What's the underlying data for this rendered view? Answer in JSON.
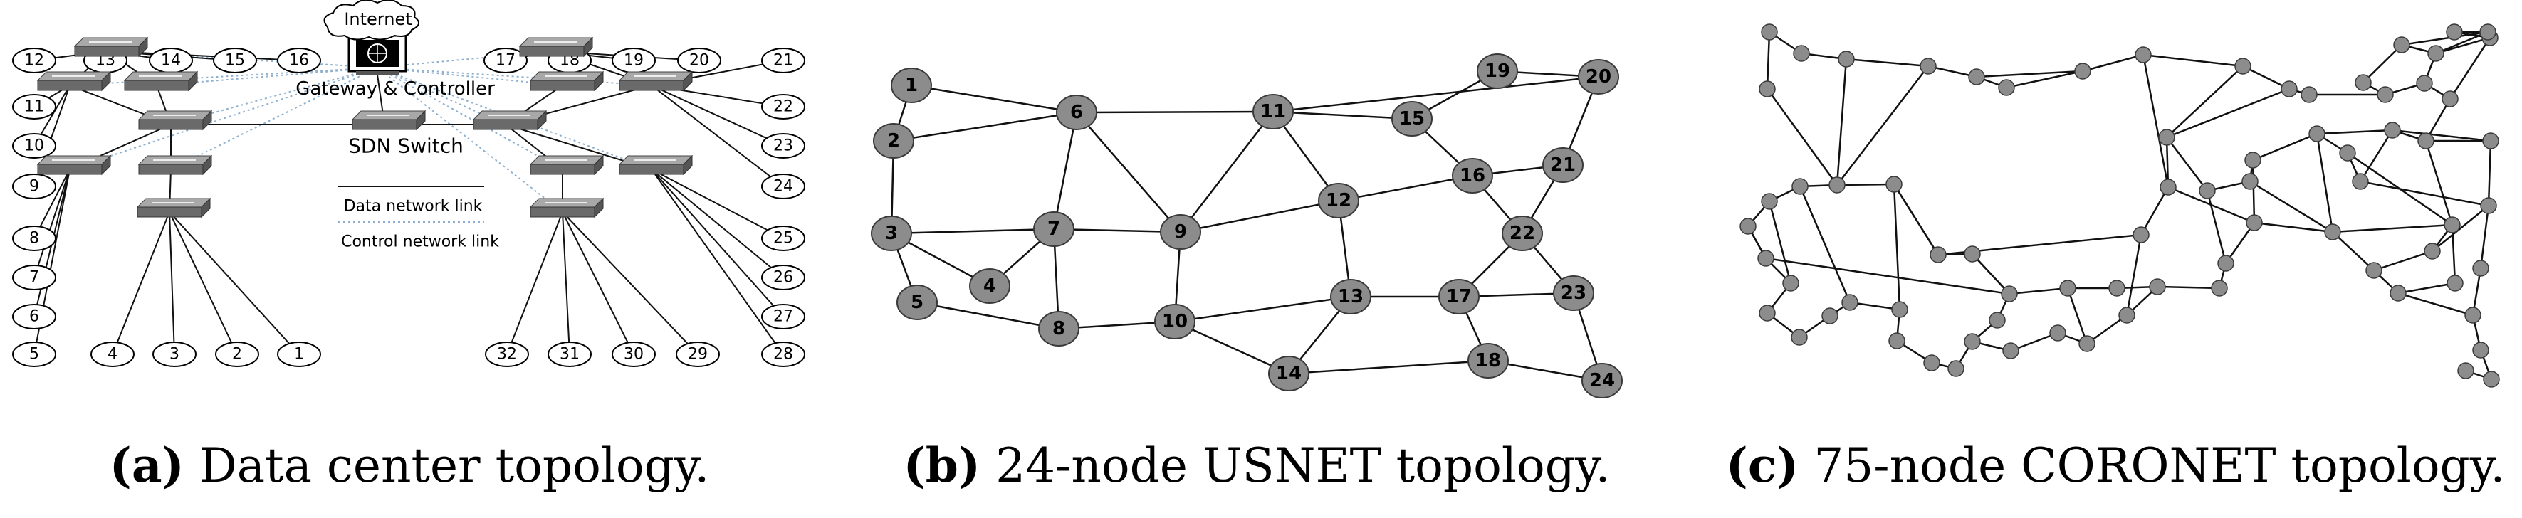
{
  "panel_a": {
    "caption_letter": "(a)",
    "caption_text": "Data center topology.",
    "internet_label": "Internet",
    "gateway_label": "Gateway & Controller",
    "sdn_switch_label": "SDN Switch",
    "legend_data": "Data network link",
    "legend_control": "Control network link",
    "host_labels": [
      "1",
      "2",
      "3",
      "4",
      "5",
      "6",
      "7",
      "8",
      "9",
      "10",
      "11",
      "12",
      "13",
      "14",
      "15",
      "16",
      "17",
      "18",
      "19",
      "20",
      "21",
      "22",
      "23",
      "24",
      "25",
      "26",
      "27",
      "28",
      "29",
      "30",
      "31",
      "32"
    ]
  },
  "panel_b": {
    "caption_letter": "(b)",
    "caption_text": "24-node USNET topology.",
    "node_labels": [
      "1",
      "2",
      "3",
      "4",
      "5",
      "6",
      "7",
      "8",
      "9",
      "10",
      "11",
      "12",
      "13",
      "14",
      "15",
      "16",
      "17",
      "18",
      "19",
      "20",
      "21",
      "22",
      "23",
      "24"
    ]
  },
  "panel_c": {
    "caption_letter": "(c)",
    "caption_text": "75-node CORONET topology."
  },
  "colors": {
    "node_fill": "#8c8c8c",
    "node_stroke": "#3a3a3a",
    "link": "#111111",
    "control_link": "#8fb1cf",
    "switch_top": "#a8a8a8",
    "switch_side": "#6a6a6a"
  }
}
